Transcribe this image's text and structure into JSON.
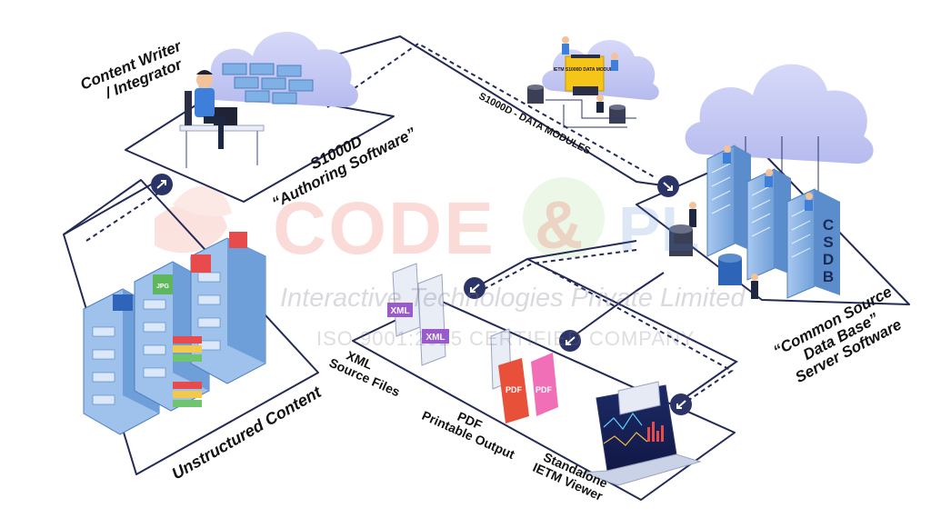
{
  "labels": {
    "content_writer_1": "Content Writer",
    "content_writer_2": "/ Integrator",
    "authoring_1": "S1000D",
    "authoring_2": "“Authoring Software”",
    "data_modules": "S1000D - DATA MODULES",
    "csdb_1": "“Common Source",
    "csdb_2": "Data Base”",
    "csdb_3": "Server Software",
    "unstructured": "Unstructured Content",
    "xml_1": "XML",
    "xml_2": "Source Files",
    "pdf_1": "PDF",
    "pdf_2": "Printable Output",
    "ietm_1": "Standalone",
    "ietm_2": "IETM Viewer"
  },
  "icons": {
    "xml_tag_1": "XML",
    "xml_tag_2": "XML",
    "pdf_tag_1": "PDF",
    "pdf_tag_2": "PDF",
    "jpg_tag": "JPG",
    "csdb_vertical": "CSDB",
    "book_sign": "IETM S1000D DATA MODULE"
  },
  "watermark": {
    "brand": "CODE",
    "amp": "&",
    "brand2": "PL",
    "line1": "Interactive Technologies Private Limited",
    "line2": "ISO 9001:2015 CERTIFIED COMPANY"
  },
  "colors": {
    "platform_line": "#232a55",
    "arrow_circle": "#2b3467",
    "server_blue": "#8fb6e3",
    "cloud": "#c8cbf2",
    "xml_purple": "#9b59d0",
    "pdf_red": "#e8503a"
  }
}
